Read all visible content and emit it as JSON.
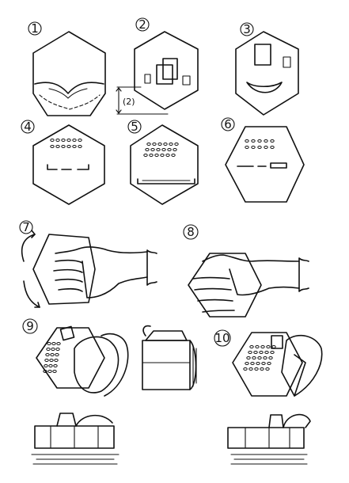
{
  "steps": [
    {
      "id": 1,
      "label": "1"
    },
    {
      "id": 2,
      "label": "2"
    },
    {
      "id": 3,
      "label": "3"
    },
    {
      "id": 4,
      "label": "4"
    },
    {
      "id": 5,
      "label": "5"
    },
    {
      "id": 6,
      "label": "6"
    },
    {
      "id": 7,
      "label": "7"
    },
    {
      "id": 8,
      "label": "8"
    },
    {
      "id": 9,
      "label": "9"
    },
    {
      "id": 10,
      "label": "10"
    }
  ],
  "dimension_label": "(2)"
}
